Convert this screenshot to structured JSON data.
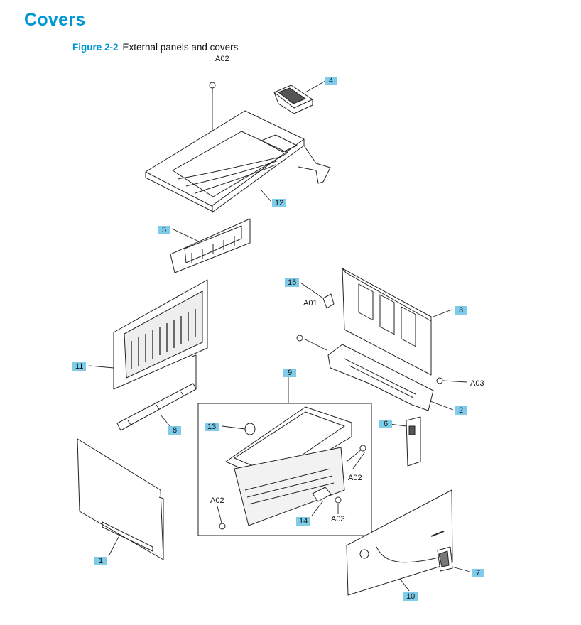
{
  "page": {
    "title": "Covers",
    "figure_label": "Figure 2-2",
    "figure_caption": "External panels and covers"
  },
  "callouts": {
    "c1": "1",
    "c2": "2",
    "c3": "3",
    "c4": "4",
    "c5": "5",
    "c6": "6",
    "c7": "7",
    "c8": "8",
    "c9": "9",
    "c10": "10",
    "c11": "11",
    "c12": "12",
    "c13": "13",
    "c14": "14",
    "c15": "15"
  },
  "screw_refs": {
    "a02_top": "A02",
    "a01": "A01",
    "a03_right": "A03",
    "a02_inset_right": "A02",
    "a02_inset_left": "A02",
    "a03_inset": "A03"
  },
  "colors": {
    "accent": "#0096d6",
    "callout_bg": "#7fcbea",
    "line": "#222222"
  }
}
